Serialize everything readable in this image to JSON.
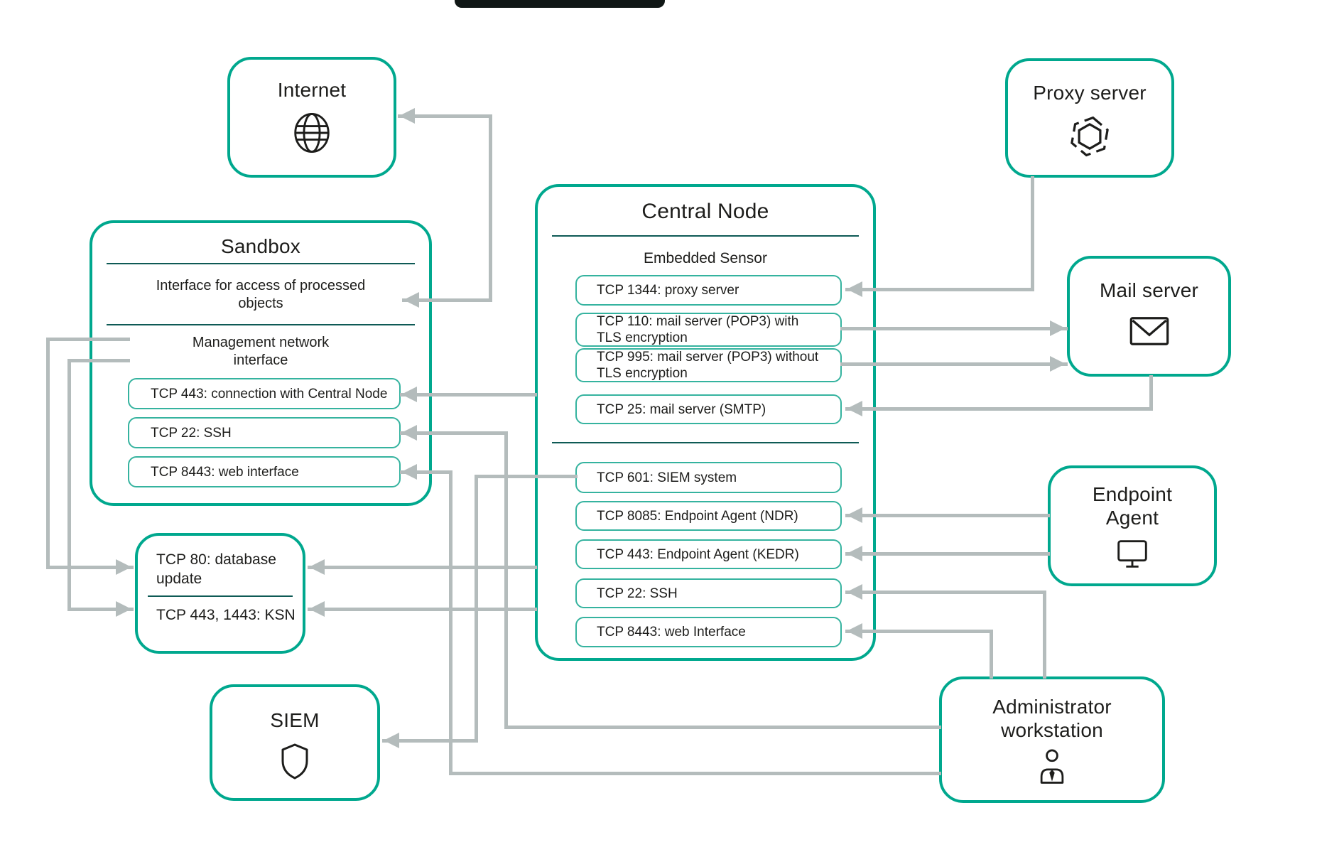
{
  "palette": {
    "accent": "#00A88E",
    "port_border": "#35B39F",
    "connector": "#B4BCBC",
    "text": "#1D1D1B",
    "divider": "#0E5A55"
  },
  "nodes": {
    "internet": {
      "label": "Internet",
      "icon": "globe-icon"
    },
    "proxy": {
      "label": "Proxy server",
      "icon": "hexagon-icon"
    },
    "mail": {
      "label": "Mail server",
      "icon": "envelope-icon"
    },
    "endpoint": {
      "label": "Endpoint Agent",
      "icon": "monitor-icon"
    },
    "siem": {
      "label": "SIEM",
      "icon": "shield-icon"
    },
    "admin": {
      "label": "Administrator workstation",
      "icon": "person-icon"
    },
    "update": {
      "line1": "TCP 80: database update",
      "line2": "TCP 443, 1443: KSN"
    },
    "sandbox": {
      "title": "Sandbox",
      "interface_label": "Interface for access of processed objects",
      "management_label": "Management network interface",
      "ports": [
        "TCP 443: connection with Central Node",
        "TCP 22: SSH",
        "TCP 8443: web interface"
      ]
    },
    "central": {
      "title": "Central Node",
      "sensor_label": "Embedded Sensor",
      "sensor_ports": [
        "TCP 1344: proxy server",
        "TCP 110: mail server (POP3) with TLS encryption",
        "TCP 995: mail server (POP3) without TLS encryption",
        "TCP 25: mail server (SMTP)"
      ],
      "ports": [
        "TCP 601: SIEM system",
        "TCP 8085: Endpoint Agent (NDR)",
        "TCP 443: Endpoint Agent (KEDR)",
        "TCP 22: SSH",
        "TCP 8443: web Interface"
      ]
    }
  }
}
